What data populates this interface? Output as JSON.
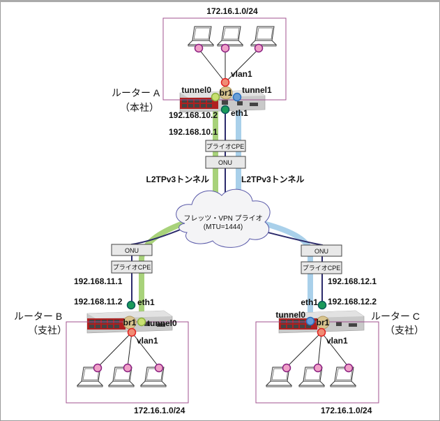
{
  "site_a": {
    "router_label": "ルーター A",
    "router_sub": "（本社）",
    "network": "172.16.1.0/24",
    "vlan": "vlan1",
    "bridge": "br1",
    "tunnel_left": "tunnel0",
    "tunnel_right": "tunnel1",
    "eth": "eth1",
    "eth_ip": "192.168.10.2",
    "cpe_ip": "192.168.10.1",
    "cpe_label": "プライオCPE",
    "onu_label": "ONU"
  },
  "tunnels": {
    "left_label": "L2TPv3トンネル",
    "right_label": "L2TPv3トンネル"
  },
  "cloud": {
    "title": "フレッツ・VPN プライオ",
    "mtu": "(MTU=1444)"
  },
  "site_b": {
    "router_label": "ルーター B",
    "router_sub": "（支社）",
    "network": "172.16.1.0/24",
    "vlan": "vlan1",
    "bridge": "br1",
    "tunnel": "tunnel0",
    "eth": "eth1",
    "eth_ip": "192.168.11.2",
    "cpe_ip": "192.168.11.1",
    "cpe_label": "プライオCPE",
    "onu_label": "ONU"
  },
  "site_c": {
    "router_label": "ルーター C",
    "router_sub": "（支社）",
    "network": "172.16.1.0/24",
    "vlan": "vlan1",
    "bridge": "br1",
    "tunnel": "tunnel0",
    "eth": "eth1",
    "eth_ip": "192.168.12.2",
    "cpe_ip": "192.168.12.1",
    "cpe_label": "プライオCPE",
    "onu_label": "ONU"
  },
  "colors": {
    "tunnel0_line": "#a8d27a",
    "tunnel1_line": "#a9d0ea",
    "wan_line": "#2b2a6b",
    "lan_box": "#a0508f",
    "vlan_dot": "#f08c74",
    "bridge_dot": "#d8c48e",
    "eth_dot": "#1a9a5a",
    "tunnel0_dot": "#c8e070",
    "tunnel1_dot": "#6a9fd8",
    "pc_dot": "#f0a0c8"
  }
}
